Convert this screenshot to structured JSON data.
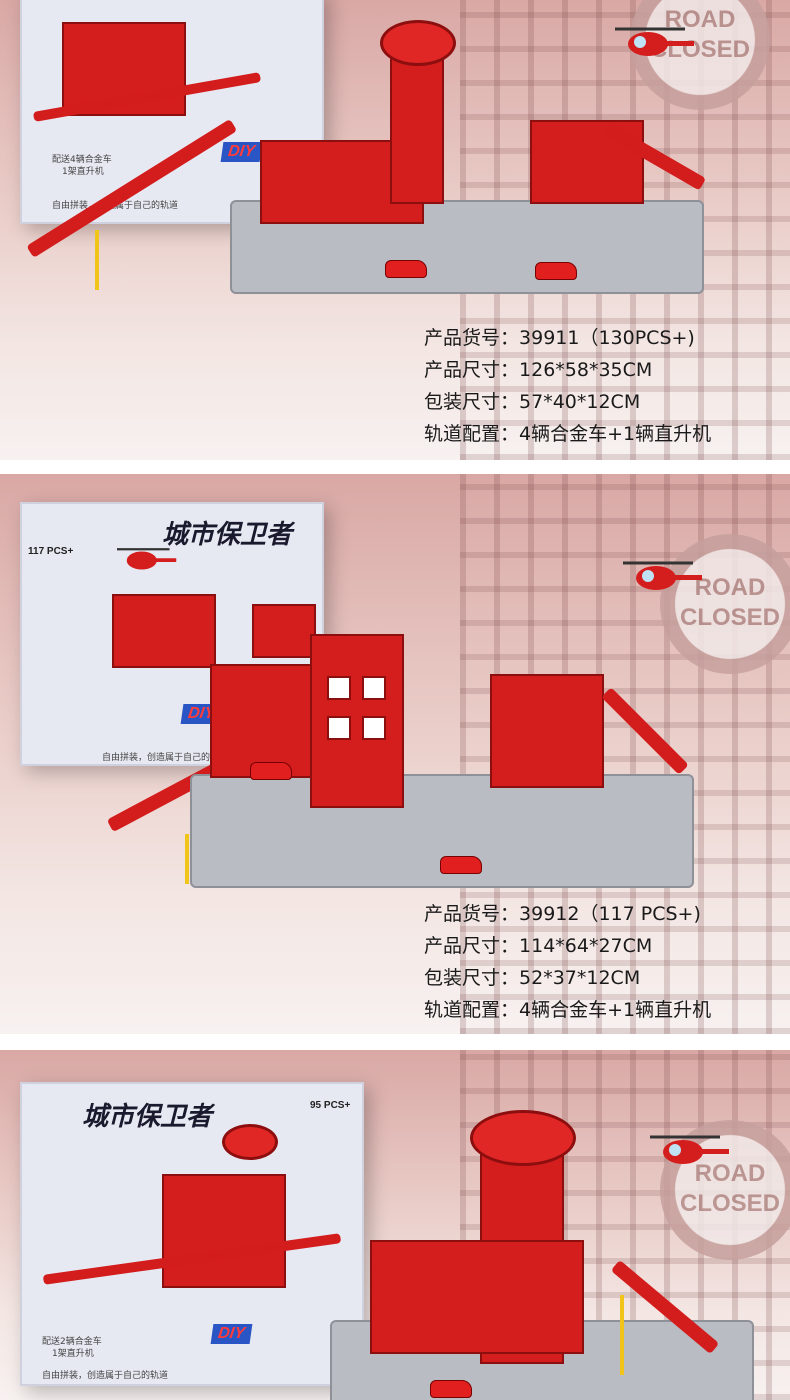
{
  "products": [
    {
      "box": {
        "caption_lines": [
          "配送4辆合金车",
          "1架直升机"
        ],
        "footer": "自由拼装，创造属于自己的轨道",
        "diy": "DIY"
      },
      "specs": [
        {
          "label": "产品货号：",
          "value": "39911（130PCS+)"
        },
        {
          "label": "产品尺寸：",
          "value": "126*58*35CM"
        },
        {
          "label": "包装尺寸：",
          "value": "57*40*12CM"
        },
        {
          "label": "轨道配置：",
          "value": "4辆合金车+1辆直升机"
        }
      ],
      "road_sign": [
        "ROAD",
        "CLOSED"
      ]
    },
    {
      "box": {
        "title": "城市保卫者",
        "count": "117 PCS+",
        "caption_lines": [
          "自由拼装，创造属于自己的轨道"
        ],
        "diy": "DIY"
      },
      "specs": [
        {
          "label": "产品货号：",
          "value": "39912（117 PCS+)"
        },
        {
          "label": "产品尺寸：",
          "value": "114*64*27CM"
        },
        {
          "label": "包装尺寸：",
          "value": "52*37*12CM"
        },
        {
          "label": "轨道配置：",
          "value": "4辆合金车+1辆直升机"
        }
      ],
      "road_sign": [
        "ROAD",
        "CLOSED"
      ]
    },
    {
      "box": {
        "title": "城市保卫者",
        "count": "95 PCS+",
        "caption_lines": [
          "配送2辆合金车",
          "1架直升机"
        ],
        "footer": "自由拼装，创造属于自己的轨道",
        "diy": "DIY"
      },
      "road_sign": [
        "ROAD",
        "CLOSED"
      ]
    }
  ],
  "colors": {
    "toy_red": "#d41d1d",
    "track_gray": "#b9bcc3",
    "accent_yellow": "#f0c419",
    "text": "#1a1a1a"
  }
}
